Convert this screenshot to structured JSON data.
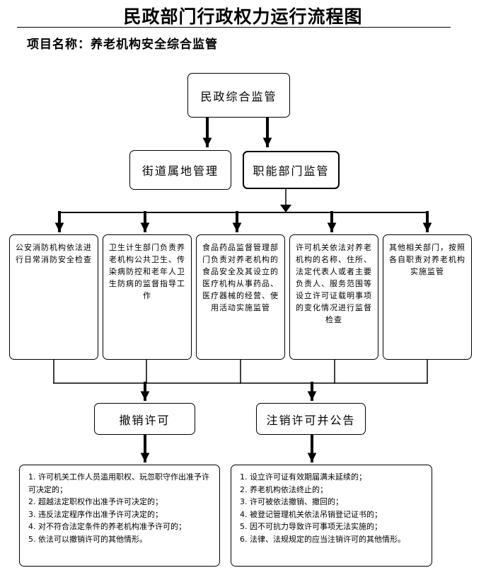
{
  "title": "民政部门行政权力运行流程图",
  "project": "项目名称：养老机构安全综合监管",
  "nodes": {
    "root": "民政综合监管",
    "street": "街道属地管理",
    "functional": "职能部门监管",
    "agencies": [
      "公安消防机构依法进行日常消防安全检查",
      "卫生计生部门负责养老机构公共卫生、传染病防控和老年人卫生防病的监督指导工作",
      "食品药品监督管理部门负责对养老机构的食品安全及其设立的医疗机构从事药品、医疗器械的经营、使用活动实施监管",
      "许可机关依法对养老机构的名称、住所、法定代表人或者主要负责人、服务范围等设立许可证载明事项的变化情况进行监督检查",
      "其他相关部门，按照各自职责对养老机构实施监管"
    ],
    "revoke": "撤销许可",
    "cancel": "注销许可并公告"
  },
  "revoke_list": [
    "1. 许可机关工作人员滥用职权、玩忽职守作出准予许可决定的；",
    "2. 超越法定职权作出准予许可决定的；",
    "3. 违反法定程序作出准予许可决定的；",
    "4. 对不符合法定条件的养老机构准予许可的；",
    "5. 依法可以撤销许可的其他情形。"
  ],
  "cancel_list": [
    "1. 设立许可证有效期届满未延续的；",
    "2. 养老机构依法终止的；",
    "3. 许可被依法撤销、撤回的；",
    "4. 被登记管理机关依法吊销登记证书的；",
    "5. 因不可抗力导致许可事项无法实施的；",
    "6. 法律、法规规定的应当注销许可的其他情形。"
  ]
}
